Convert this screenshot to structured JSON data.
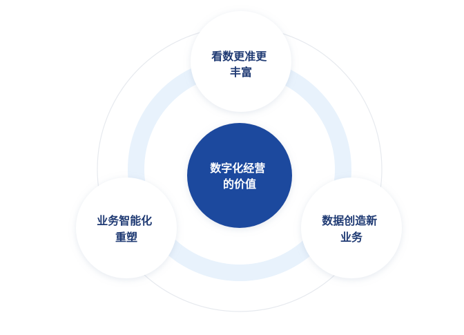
{
  "diagram": {
    "center": {
      "line1": "数字化经营",
      "line2": "的价值"
    },
    "nodes": [
      {
        "line1": "看数更准更",
        "line2": "丰富"
      },
      {
        "line1": "业务智能化",
        "line2": "重塑"
      },
      {
        "line1": "数据创造新",
        "line2": "业务"
      }
    ]
  },
  "colors": {
    "center_fill": "#1f4a9e",
    "center_text": "#ffffff",
    "node_fill": "#ffffff",
    "node_text": "#1f3a73",
    "ring": "#e8f2fc",
    "outer_circle": "#e6e9ee"
  }
}
